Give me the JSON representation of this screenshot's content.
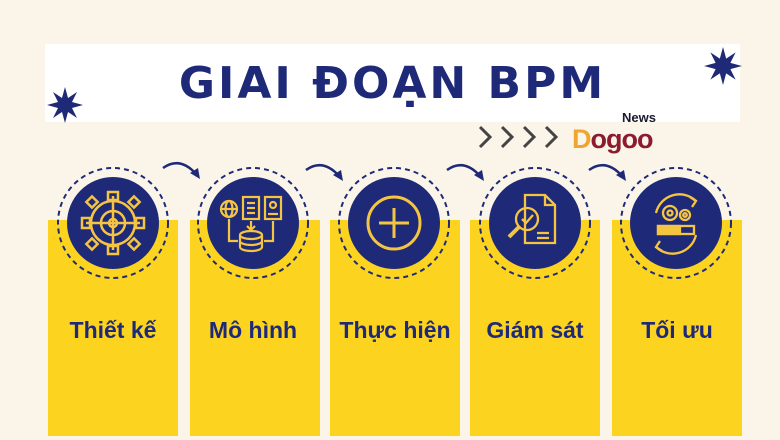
{
  "title": "GIAI ĐOẠN BPM",
  "logo": {
    "news": "News",
    "brand_accent": "D",
    "brand_rest": "ogoo"
  },
  "stages": [
    {
      "label": "Thiết kế",
      "icon": "gear-target-icon"
    },
    {
      "label": "Mô hình",
      "icon": "database-model-icon"
    },
    {
      "label": "Thực hiện",
      "icon": "plus-circle-icon"
    },
    {
      "label": "Giám sát",
      "icon": "document-magnifier-icon"
    },
    {
      "label": "Tối ưu",
      "icon": "gears-cycle-icon"
    }
  ],
  "colors": {
    "background": "#fbf5e9",
    "navy": "#1e2a78",
    "yellow": "#fcd31f",
    "icon_stroke": "#f5c542"
  }
}
